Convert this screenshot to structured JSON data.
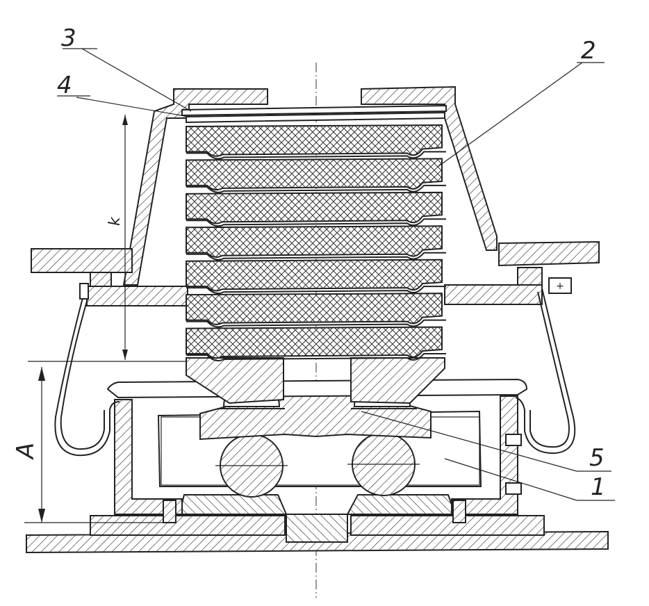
{
  "labels": {
    "part_1": "1",
    "part_2": "2",
    "part_3": "3",
    "part_4": "4",
    "part_5": "5",
    "dim_k": "k",
    "dim_a": "A"
  },
  "layers": {
    "count": 7
  }
}
